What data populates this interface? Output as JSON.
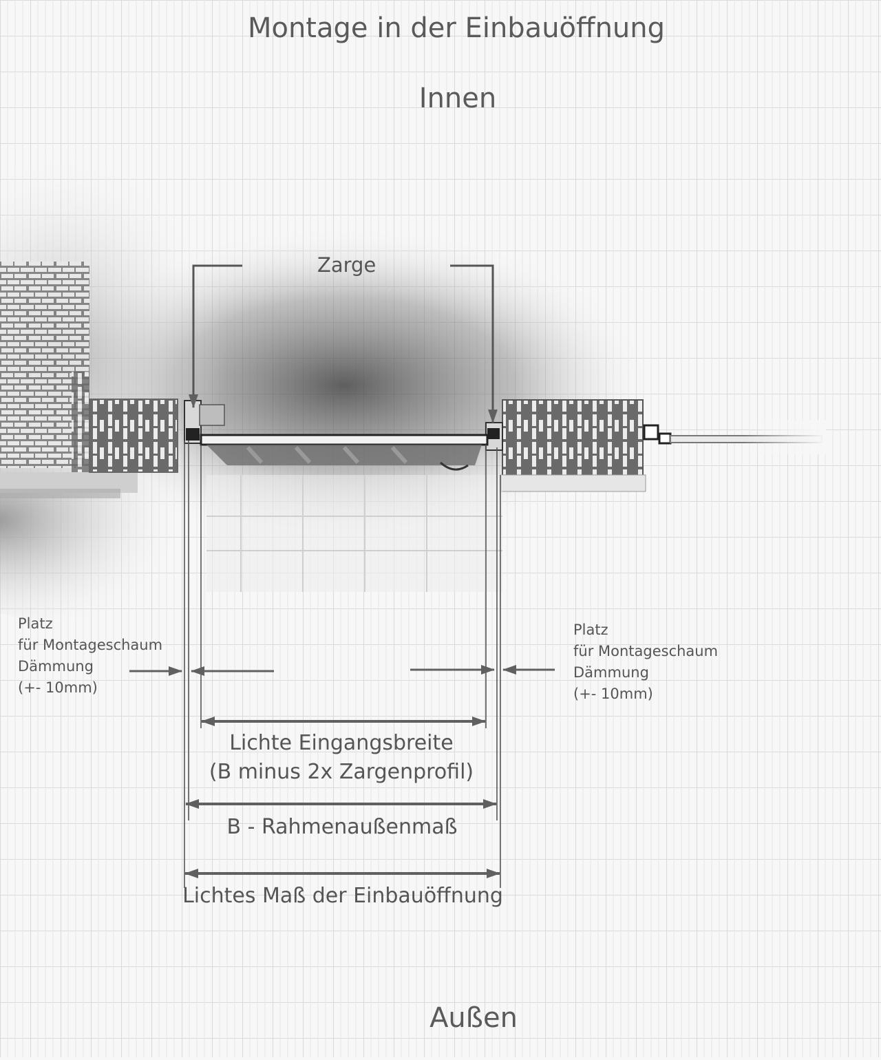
{
  "title": "Montage in der Einbauöffnung",
  "inside_label": "Innen",
  "outside_label": "Außen",
  "frame_label": "Zarge",
  "foam_note_left": [
    "Platz",
    "für Montageschaum",
    "Dämmung",
    "(+- 10mm)"
  ],
  "foam_note_right": [
    "Platz",
    "für Montageschaum",
    "Dämmung",
    "(+- 10mm)"
  ],
  "dimensions": {
    "clear_entry_width": "Lichte Eingangsbreite",
    "clear_entry_formula": "(B minus 2x Zargenprofil)",
    "frame_outer": "B - Rahmenaußenmaß",
    "opening_clear": "Lichtes Maß der Einbauöffnung"
  },
  "colors": {
    "background": "#f7f7f7",
    "grid": "#d4d4d4",
    "line": "#555555",
    "arrow": "#606060",
    "brick": "#8a8a8a"
  }
}
